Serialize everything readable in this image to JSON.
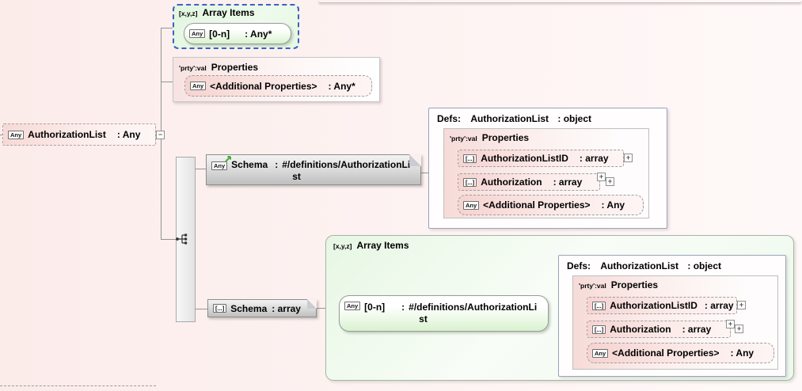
{
  "symbols": {
    "collapse": "−",
    "expand": "+"
  },
  "root_node": {
    "badge": "Any",
    "name": "AuthorizationList",
    "type": ": Any"
  },
  "array_items_top": {
    "header_badge": "[x,y,z]",
    "header": "Array Items",
    "item": {
      "badge": "Any",
      "name": "[0-n]",
      "type": ": Any*"
    }
  },
  "properties_top": {
    "header_badge": "'prty':val",
    "header": "Properties",
    "row": {
      "badge": "Any",
      "name": "<Additional Properties>",
      "type": ": Any*"
    }
  },
  "schema_ref_node": {
    "badge": "Any",
    "name": "Schema",
    "colon": ":",
    "value_line1": "#/definitions/AuthorizationLi",
    "value_line2": "st"
  },
  "schema_array_node": {
    "badge": "[...]",
    "name": "Schema",
    "type": ": array"
  },
  "array_items_bottom": {
    "header_badge": "[x,y,z]",
    "header": "Array Items",
    "item": {
      "badge": "Any",
      "name": "[0-n]",
      "colon": ":",
      "value_line1": "#/definitions/AuthorizationLi",
      "value_line2": "st"
    }
  },
  "defs": [
    {
      "label": "Defs:",
      "name": "AuthorizationList",
      "type": ": object",
      "props_badge": "'prty':val",
      "props_header": "Properties",
      "rows": [
        {
          "badge": "[...]",
          "name": "AuthorizationListID",
          "type": ": array"
        },
        {
          "badge": "[...]",
          "name": "Authorization",
          "type": ": array"
        },
        {
          "badge": "Any",
          "name": "<Additional Properties>",
          "type": ": Any"
        }
      ]
    },
    {
      "label": "Defs:",
      "name": "AuthorizationList",
      "type": ": object",
      "props_badge": "'prty':val",
      "props_header": "Properties",
      "rows": [
        {
          "badge": "[...]",
          "name": "AuthorizationListID",
          "type": ": array"
        },
        {
          "badge": "[...]",
          "name": "Authorization",
          "type": ": array"
        },
        {
          "badge": "Any",
          "name": "<Additional Properties>",
          "type": ": Any"
        }
      ]
    }
  ]
}
